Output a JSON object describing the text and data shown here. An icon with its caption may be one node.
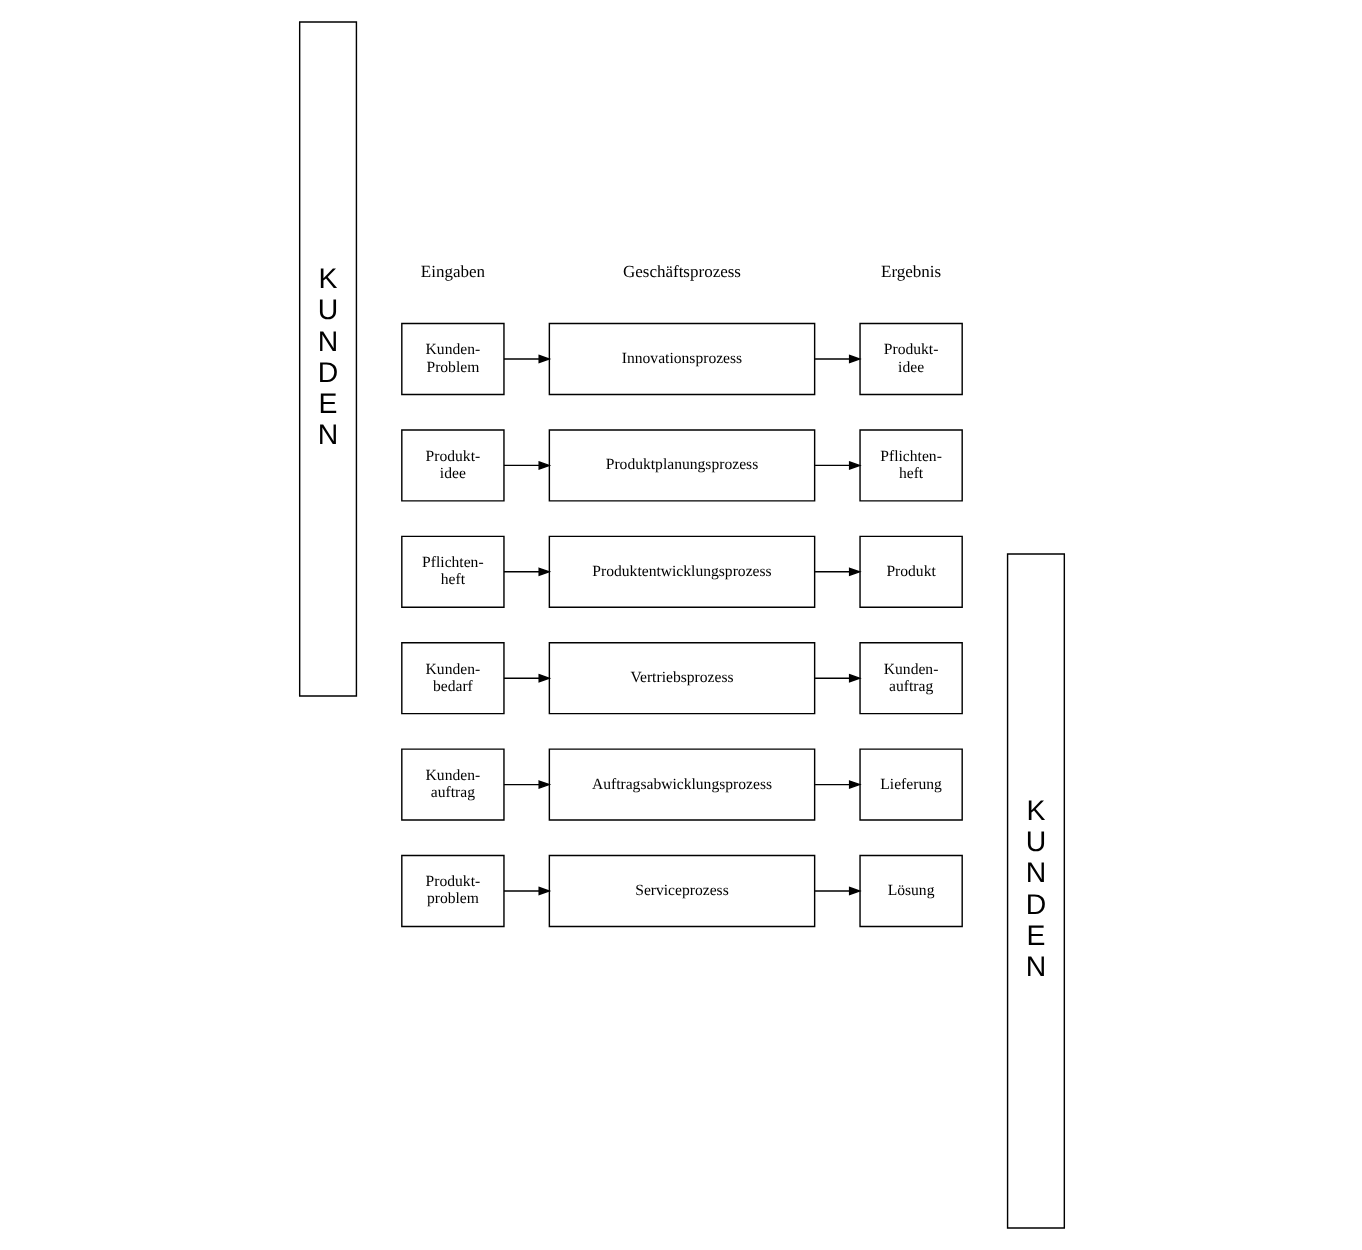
{
  "diagram": {
    "nodes": [
      {
        "text": [
          "K U N D E N"
        ]
      },
      {
        "text": [
          "Kunden- Problem"
        ]
      },
      {
        "text": [
          "Innovationsprozess"
        ]
      },
      {
        "text": [
          "Produkt- idee"
        ]
      },
      {
        "text": [
          "Produkt- idee"
        ]
      },
      {
        "text": [
          "Produktplanungsprozess"
        ]
      },
      {
        "text": [
          "Pflichten- heft"
        ]
      },
      {
        "text": [
          "Pflichten- heft"
        ]
      },
      {
        "text": [
          "Produktentwicklungsprozess"
        ]
      },
      {
        "text": [
          "Produkt"
        ]
      },
      {
        "text": [
          "Kunden- bedarf"
        ]
      },
      {
        "text": [
          "Vertriebsprozess"
        ]
      },
      {
        "text": [
          "Kunden- auftrag"
        ]
      },
      {
        "text": [
          "Kunden- auftrag"
        ]
      },
      {
        "text": [
          "Auftragsabwicklungsprozess"
        ]
      },
      {
        "text": [
          "Lieferung"
        ]
      },
      {
        "text": [
          "Produkt- problem"
        ]
      },
      {
        "text": [
          "Serviceprozess"
        ]
      },
      {
        "text": [
          "Lösung"
        ]
      },
      {
        "text": [
          "K U N D E N"
        ]
      }
    ],
    "edges": [
      {
        "from": 1,
        "to": 2,
        "arrow": "to"
      },
      {
        "from": 2,
        "to": 3,
        "arrow": "to"
      },
      {
        "from": 4,
        "to": 5,
        "arrow": "to"
      },
      {
        "from": 5,
        "to": 6,
        "arrow": "to"
      },
      {
        "from": 7,
        "to": 8,
        "arrow": "to"
      },
      {
        "from": 8,
        "to": 9,
        "arrow": "to"
      },
      {
        "from": 10,
        "to": 11,
        "arrow": "to"
      },
      {
        "from": 11,
        "to": 12,
        "arrow": "to"
      },
      {
        "from": 13,
        "to": 14,
        "arrow": "to"
      },
      {
        "from": 14,
        "to": 15,
        "arrow": "to"
      },
      {
        "from": 16,
        "to": 17,
        "arrow": "to"
      },
      {
        "from": 17,
        "to": 18,
        "arrow": "to"
      }
    ],
    "labels": [
      "Eingaben",
      "Geschäftsprozess",
      "Ergebnis"
    ]
  }
}
